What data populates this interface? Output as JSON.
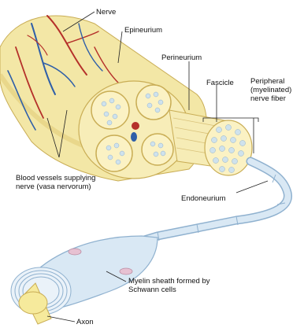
{
  "labels": {
    "nerve": "Nerve",
    "epineurium": "Epineurium",
    "perineurium": "Perineurium",
    "fascicle": "Fascicle",
    "peripheral_fiber": "Peripheral\n(myelinated)\nnerve fiber",
    "blood_vessels": "Blood vessels supplying\nnerve (vasa nervorum)",
    "endoneurium": "Endoneurium",
    "myelin_sheath": "Myelin sheath formed by\nSchwann cells",
    "axon": "Axon"
  },
  "colors": {
    "nerve_sheath": "#f3e7a6",
    "nerve_shadow": "#e3cd7a",
    "fascicle_fill": "#fbf2c4",
    "fiber_dot": "#cfe2ec",
    "artery": "#b5302a",
    "vein": "#2f5fa8",
    "myelin": "#d9e8f4",
    "myelin_line": "#8fb1cf",
    "axon": "#f6ea9c"
  }
}
